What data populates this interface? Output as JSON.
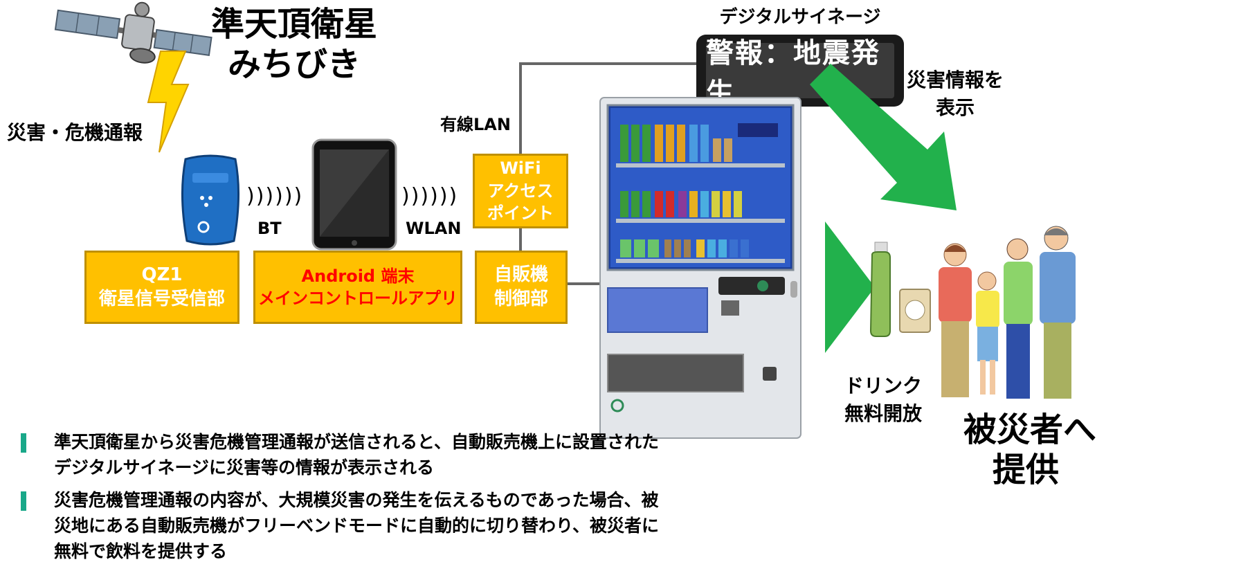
{
  "satellite": {
    "title_line1": "準天頂衛星",
    "title_line2": "みちびき"
  },
  "alert_label": "災害・危機通報",
  "signage": {
    "title": "デジタルサイネージ",
    "message": "警報：地震発生"
  },
  "wired_lan_label": "有線LAN",
  "wifi_box": {
    "line1": "WiFi",
    "line2": "アクセス",
    "line3": "ポイント"
  },
  "bt_label": "BT",
  "wlan_label": "WLAN",
  "waves": ")))))) ",
  "qz1_box": {
    "line1": "QZ1",
    "line2": "衛星信号受信部"
  },
  "android_box": {
    "line1": "Android 端末",
    "line2": "メインコントロールアプリ"
  },
  "vending_box": {
    "line1": "自販機",
    "line2": "制御部"
  },
  "display_info": {
    "line1": "災害情報を",
    "line2": "表示"
  },
  "drink_free": {
    "line1": "ドリンク",
    "line2": "無料開放"
  },
  "victims": {
    "line1": "被災者へ",
    "line2": "提供"
  },
  "bullets": [
    "準天頂衛星から災害危機管理通報が送信されると、自動販売機上に設置されたデジタルサイネージに災害等の情報が表示される",
    "災害危機管理通報の内容が、大規模災害の発生を伝えるものであった場合、被災地にある自動販売機がフリーベンドモードに自動的に切り替わり、被災者に無料で飲料を提供する"
  ],
  "colors": {
    "accent_green": "#22b14c",
    "box_yellow": "#ffc000",
    "bolt": "#ffd400",
    "android_red": "#ff0000",
    "bullet_teal": "#19a889"
  }
}
